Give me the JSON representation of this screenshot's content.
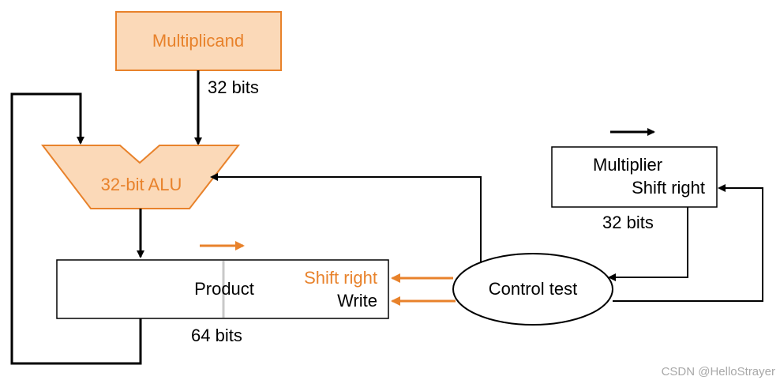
{
  "colors": {
    "orange": "#E8822B",
    "orange_fill": "#FBD9B8",
    "line": "#000000",
    "divider": "#C8C8C8",
    "watermark": "#A8A8A8"
  },
  "blocks": {
    "multiplicand": "Multiplicand",
    "alu": "32-bit ALU",
    "multiplier_line1": "Multiplier",
    "multiplier_line2": "Shift right",
    "product": "Product",
    "product_shift": "Shift right",
    "product_write": "Write",
    "control": "Control test"
  },
  "widths": {
    "multiplicand": "32 bits",
    "multiplier": "32 bits",
    "product": "64 bits"
  },
  "watermark": "CSDN @HelloStrayer"
}
